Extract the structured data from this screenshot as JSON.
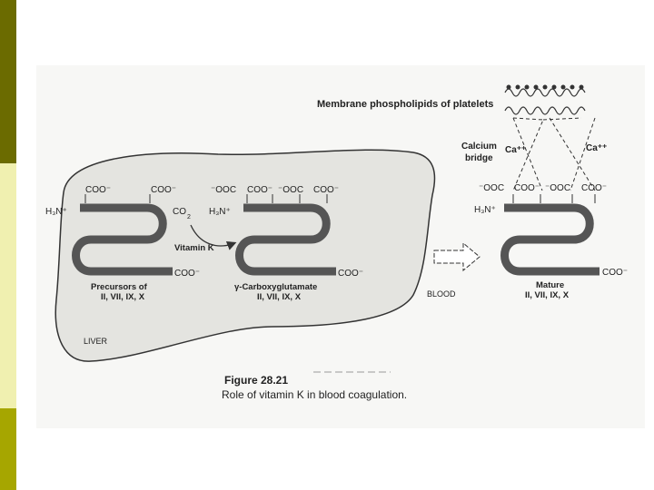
{
  "colors": {
    "bar_top": "#6b6b00",
    "bar_mid": "#f0f0b0",
    "bar_bot": "#a6a600",
    "liver_fill": "#e4e4e0",
    "chain": "#555555"
  },
  "diagram": {
    "membrane_label": "Membrane phospholipids of platelets",
    "calcium_label_1": "Calcium",
    "calcium_label_2": "bridge",
    "calcium_ion_1": "Ca⁺⁺",
    "calcium_ion_2": "Ca⁺⁺",
    "precursor": {
      "amino": "H₃N⁺",
      "carboxyl_top": "COO⁻",
      "carboxyl_top_2": "COO⁻",
      "carboxyl_end": "COO⁻",
      "name": "Precursors of",
      "factors": "II, VII, IX, X"
    },
    "co2_label": "CO",
    "co2_sub": "2",
    "vitamin_k_label": "Vitamin K",
    "gla": {
      "amino": "H₃N⁺",
      "carboxyl_top": "⁻OOC",
      "carboxyl_top_2": "COO⁻",
      "carboxyl_top_3": "⁻OOC",
      "carboxyl_top_4": "COO⁻",
      "carboxyl_end": "COO⁻",
      "name": "γ-Carboxyglutamate",
      "factors": "II, VII, IX, X"
    },
    "mature": {
      "amino": "H₃N⁺",
      "carboxyl_top": "⁻OOC",
      "carboxyl_top_2": "COO⁻",
      "carboxyl_top_3": "⁻OOC",
      "carboxyl_top_4": "COO⁻",
      "carboxyl_end": "COO⁻",
      "name": "Mature",
      "factors": "II, VII, IX, X"
    },
    "blood_label": "BLOOD",
    "liver_label": "LIVER"
  },
  "caption": {
    "title": "Figure 28.21",
    "text": "Role of vitamin K in blood coagulation."
  }
}
